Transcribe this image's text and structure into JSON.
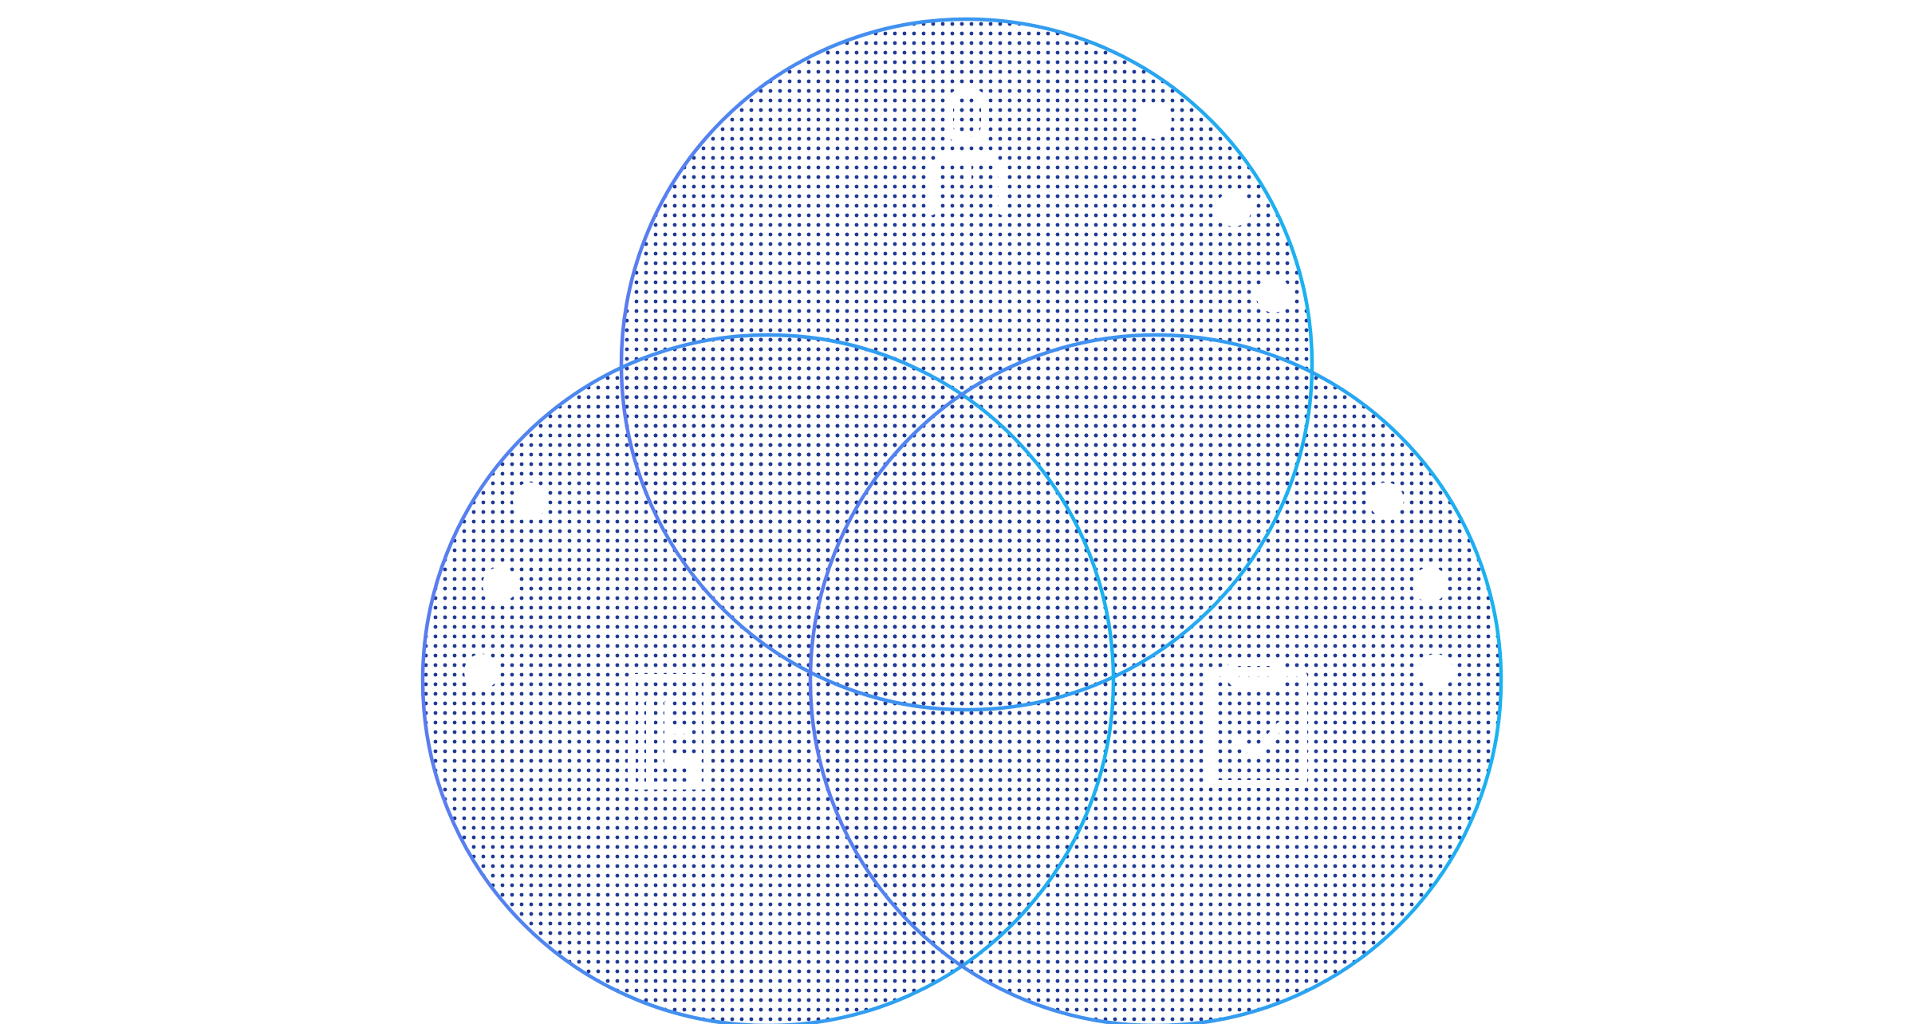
{
  "diagram": {
    "type": "venn-3",
    "colors": {
      "dot": "#1f3a93",
      "stroke_start": "#5b7cf0",
      "stroke_end": "#1ab2f0",
      "label": "#ffffff",
      "background": "#ffffff"
    },
    "circles": [
      {
        "id": "top",
        "label": "",
        "icon": "person-icon"
      },
      {
        "id": "left",
        "label": "",
        "icon": "building-icon"
      },
      {
        "id": "right",
        "label": "",
        "icon": "clipboard-check-icon"
      }
    ],
    "center": {
      "line1": "",
      "line2": ""
    }
  }
}
